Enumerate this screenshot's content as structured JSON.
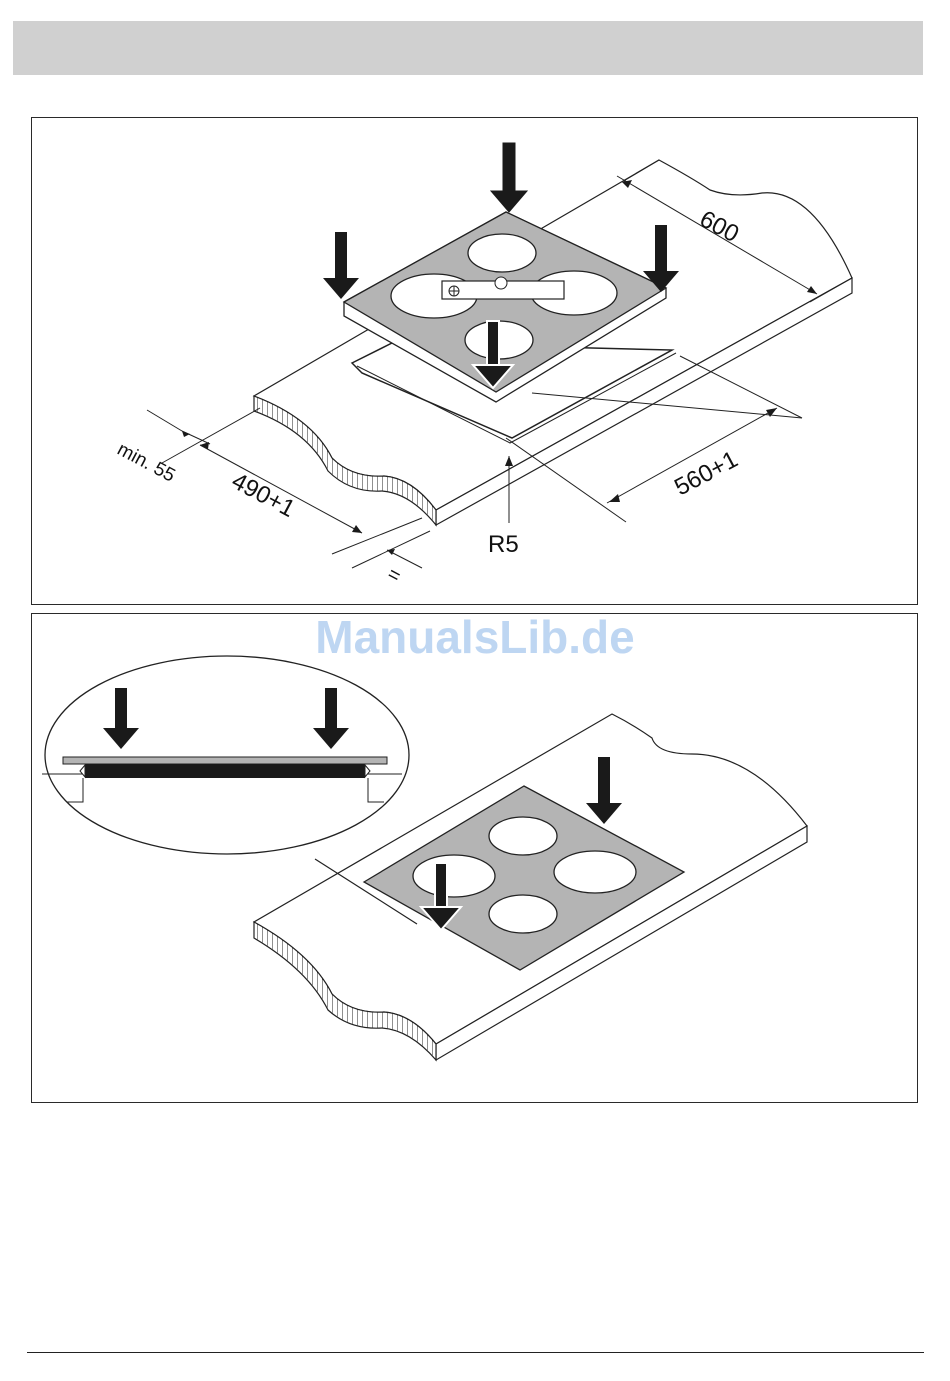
{
  "figure1": {
    "dim_depth": "600",
    "dim_cutout_width": "560+1",
    "dim_cutout_depth": "490+1",
    "dim_min_edge": "min. 55",
    "dim_equal": "=",
    "dim_radius": "R5"
  },
  "watermark": "ManualsLib.de",
  "colors": {
    "header_bar": "#d0d0d0",
    "hob_glass": "#b4b4b4",
    "arrow": "#1a1a1a",
    "watermark": "#a9c9ee"
  }
}
